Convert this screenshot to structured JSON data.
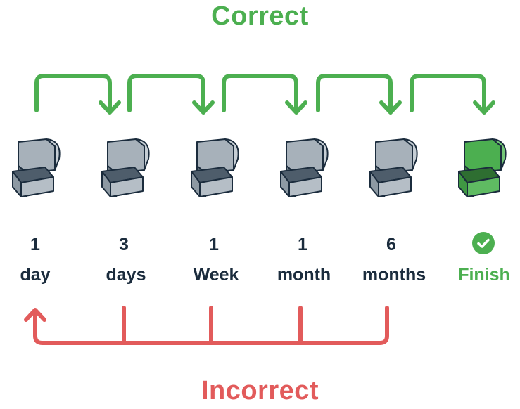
{
  "title_correct": "Correct",
  "title_incorrect": "Incorrect",
  "colors": {
    "correct": "#4caf50",
    "incorrect": "#e25b5b",
    "text": "#1b2c3d",
    "chest": "#9aa6b0"
  },
  "steps": [
    {
      "num": "1",
      "label": "day"
    },
    {
      "num": "3",
      "label": "days"
    },
    {
      "num": "1",
      "label": "Week"
    },
    {
      "num": "1",
      "label": "month"
    },
    {
      "num": "6",
      "label": "months"
    },
    {
      "num": "",
      "label": "Finish"
    }
  ],
  "icons": {
    "chest": "treasure-chest-icon",
    "finish": "check-circle-icon"
  }
}
